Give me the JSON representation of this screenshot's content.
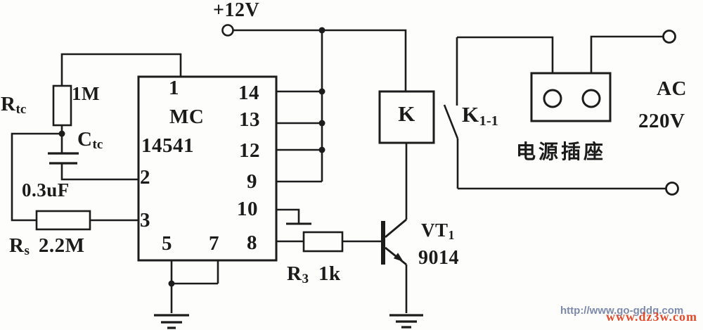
{
  "colors": {
    "line": "#1c1c1c",
    "paper": "#fdfdfc",
    "watermark_link": "#7c89ab",
    "watermark_site": "#e14b2c"
  },
  "power": {
    "dc_supply": "+12V",
    "ac_label_line1": "AC",
    "ac_label_line2": "220V"
  },
  "ic": {
    "line1": "MC",
    "line2": "14541",
    "pins": {
      "p1": "1",
      "p2": "2",
      "p3": "3",
      "p5": "5",
      "p7": "7",
      "p8": "8",
      "p9": "9",
      "p10": "10",
      "p12": "12",
      "p13": "13",
      "p14": "14"
    }
  },
  "components": {
    "rtc": {
      "symbol": "R",
      "sub": "tc",
      "value": "1M"
    },
    "ctc": {
      "symbol": "C",
      "sub": "tc",
      "value": "0.3uF"
    },
    "rs": {
      "symbol": "R",
      "sub": "s",
      "value": "2.2M"
    },
    "r3": {
      "symbol": "R",
      "sub": "3",
      "value": "1k"
    },
    "vt1": {
      "symbol": "VT",
      "sub": "1",
      "model": "9014"
    },
    "relay": {
      "label": "K"
    },
    "contact": {
      "symbol": "K",
      "sub": "1-1"
    },
    "socket": {
      "label": "电源插座"
    }
  },
  "watermarks": {
    "link": "http://www.go-gddq.com",
    "site": "www.dz3w.com"
  }
}
